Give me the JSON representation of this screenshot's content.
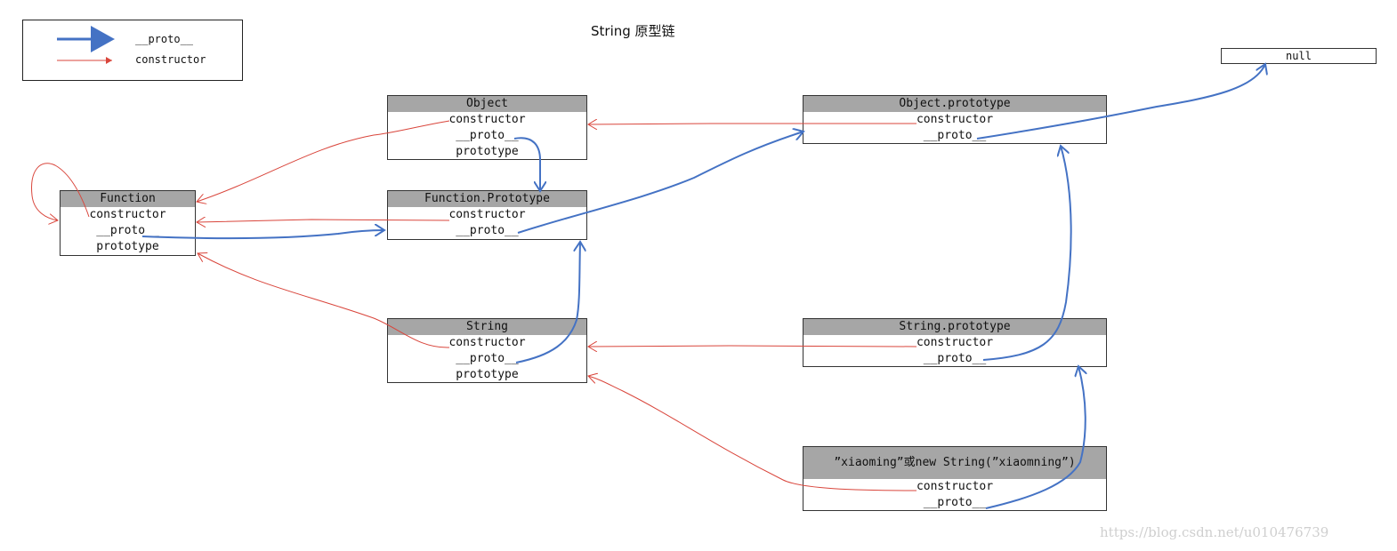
{
  "title": "String 原型链",
  "legend": {
    "proto_label": "__proto__",
    "constructor_label": "constructor"
  },
  "colors": {
    "proto_arrow": "#4472c4",
    "constructor_arrow": "#d9453b",
    "box_header": "#a6a6a6"
  },
  "boxes": {
    "function": {
      "title": "Function",
      "rows": [
        "constructor",
        "__proto__",
        "prototype"
      ]
    },
    "object": {
      "title": "Object",
      "rows": [
        "constructor",
        "__proto__",
        "prototype"
      ]
    },
    "function_prototype": {
      "title": "Function.Prototype",
      "rows": [
        "constructor",
        "__proto__"
      ]
    },
    "string": {
      "title": "String",
      "rows": [
        "constructor",
        "__proto__",
        "prototype"
      ]
    },
    "object_prototype": {
      "title": "Object.prototype",
      "rows": [
        "constructor",
        "__proto__"
      ]
    },
    "string_prototype": {
      "title": "String.prototype",
      "rows": [
        "constructor",
        "__proto__"
      ]
    },
    "instance": {
      "title": "”xiaoming”或new String(”xiaomning”)",
      "rows": [
        "constructor",
        "__proto__"
      ]
    }
  },
  "null_label": "null",
  "watermark": "https://blog.csdn.net/u010476739"
}
